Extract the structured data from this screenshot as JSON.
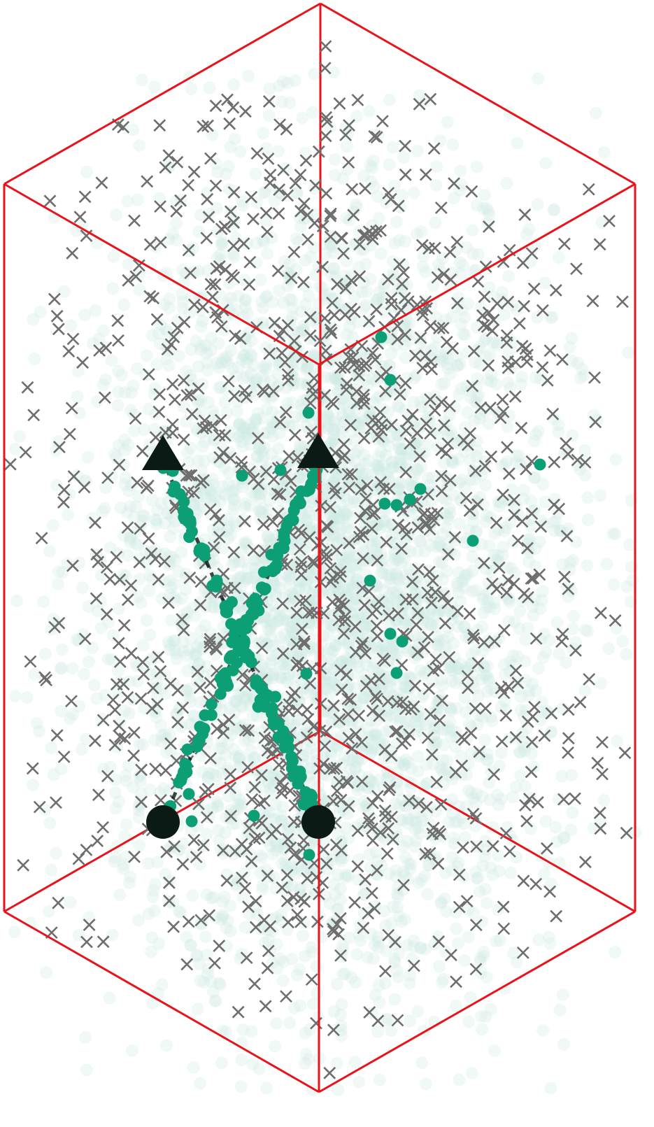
{
  "colors": {
    "box_edge": "#e8131b",
    "background_hit": "#ccebe2",
    "track_hit": "#0c9f76",
    "noise_marker": "#6e6e6e",
    "endpoint": "#0b1a14",
    "background": "#ffffff"
  },
  "markers": {
    "noise": "x-cross",
    "background_hit": "faint-circle",
    "track_hit": "filled-circle",
    "track_start": "black-circle",
    "track_end": "black-triangle"
  },
  "counts": {
    "noise_markers": 1100,
    "background_hits": 4000,
    "stray_track_hits": 20
  },
  "tracks": [
    {
      "name": "track-left-to-right"
    },
    {
      "name": "track-right-to-left"
    }
  ]
}
